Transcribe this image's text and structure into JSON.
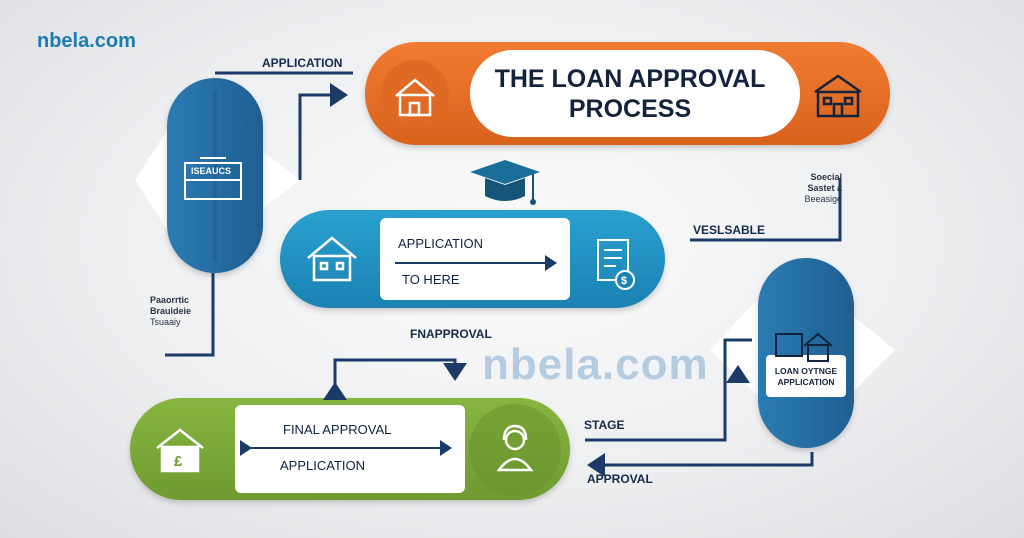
{
  "brand": "nbela.com",
  "watermark": "nbela.com",
  "title_line1": "THE LOAN APPROVAL",
  "title_line2": "PROCESS",
  "labels": {
    "top_application": "APPLICATION",
    "center_application": "APPLICATION",
    "center_to_here": "TO HERE",
    "vestable": "VESLSABLE",
    "finapproval": "FNAPPROVAL",
    "final_approval": "FINAL APPROVAL",
    "green_application": "APPLICATION",
    "stage": "STAGE",
    "approval": "APPROVAL",
    "right_pill_line1": "LOAN OYTNGE",
    "right_pill_line2": "APPLICATION",
    "left_pill_sign": "ISEAUCS"
  },
  "small_notes": {
    "left_line1": "Paaorrtic",
    "left_line2": "Brauideie",
    "left_line3": "Tsuaaiy",
    "right_line1": "Soecial",
    "right_line2": "Sastet a",
    "right_line3": "Beeasige"
  },
  "colors": {
    "orange": "#e8702a",
    "blue": "#2f7fb3",
    "teal": "#2596c4",
    "green": "#7aa83a",
    "navy": "#1b3a68"
  },
  "icons": [
    "house-icon",
    "bank-icon",
    "graduation-cap-icon",
    "document-dollar-icon",
    "pound-house-icon",
    "agent-icon",
    "house-building-icon"
  ]
}
